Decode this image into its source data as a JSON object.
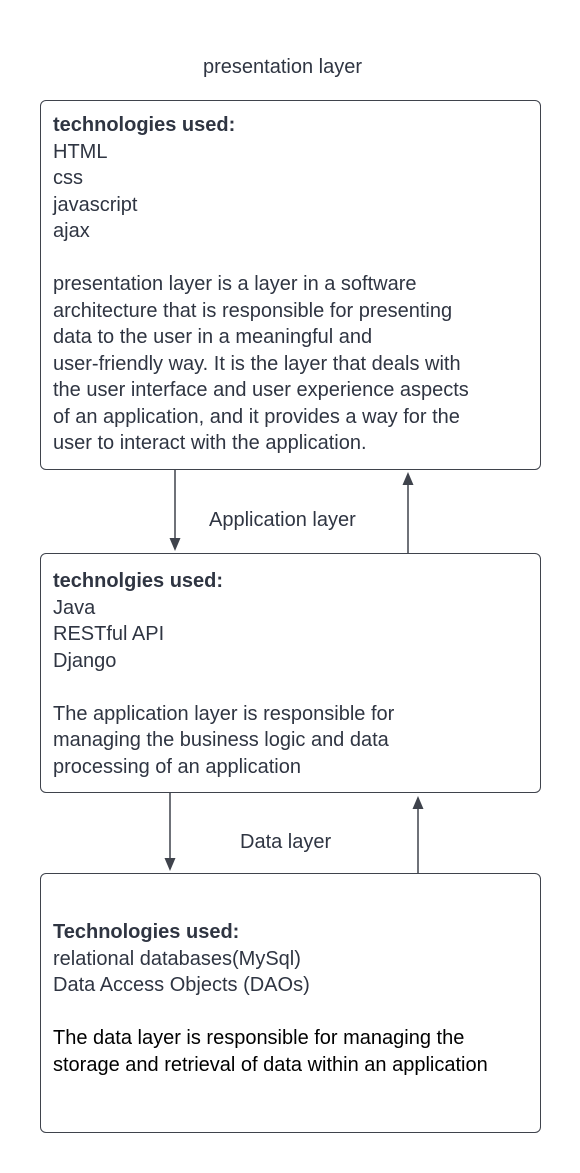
{
  "layers": [
    {
      "label": "presentation layer",
      "heading": "technologies used:",
      "technologies": [
        "HTML",
        "css",
        "javascript",
        "ajax"
      ],
      "description_lines": [
        "presentation layer is a layer in a software",
        "architecture that is responsible for presenting",
        "data to the user in a meaningful and",
        "user-friendly way. It is the layer that deals with",
        "the user interface and user experience aspects",
        "of an application, and it provides a way for the",
        "user to interact with the application."
      ]
    },
    {
      "label": "Application layer",
      "heading": "technolgies used:",
      "technologies": [
        "Java",
        "RESTful API",
        "Django"
      ],
      "description_lines": [
        "The application layer is responsible for",
        "managing the business logic and data",
        "processing of an application"
      ]
    },
    {
      "label": "Data layer",
      "heading": "Technologies used:",
      "technologies": [
        "relational databases(MySql)",
        "Data Access Objects (DAOs)"
      ],
      "description_lines": [
        "The data layer is responsible for managing the",
        "storage and retrieval of data within an application"
      ]
    }
  ]
}
